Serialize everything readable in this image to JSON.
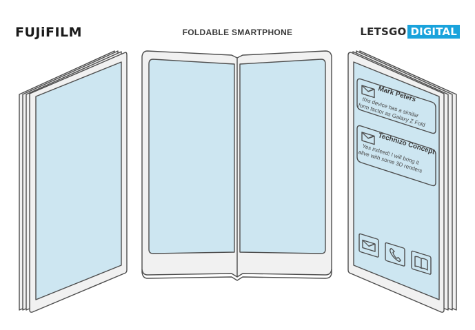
{
  "header": {
    "brand_left": "FUJiFILM",
    "title": "FOLDABLE SMARTPHONE",
    "brand_right_a": "LETSGO",
    "brand_right_b": "DIGITAL"
  },
  "right_phone": {
    "messages": [
      {
        "sender": "Mark Peters",
        "line1": "this device has a similar",
        "line2": "form factor as Galaxy Z Fold"
      },
      {
        "sender": "Technizo Concept",
        "line1": "Yes indeed! I will bring it",
        "line2": "alive with some 3D renders"
      }
    ],
    "dock_icons": [
      "mail-icon",
      "phone-icon",
      "book-icon"
    ]
  },
  "colors": {
    "screen": "#cde6f1",
    "outline": "#4d4d4d",
    "body": "#f1f1f1",
    "accent_blue": "#1aa3dc"
  }
}
